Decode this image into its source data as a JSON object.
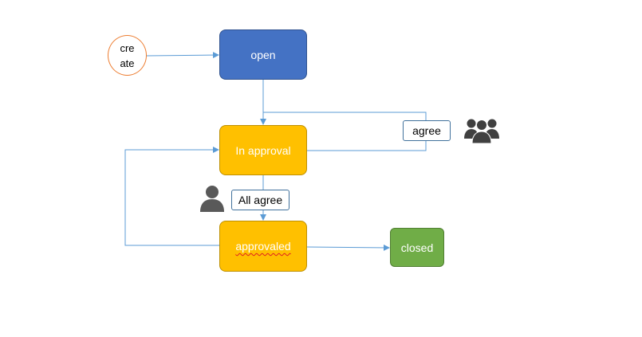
{
  "diagram": {
    "nodes": {
      "create": {
        "line1": "cre",
        "line2": "ate"
      },
      "open": {
        "label": "open"
      },
      "in_approval": {
        "label": "In approval"
      },
      "approvaled": {
        "label": "approvaled"
      },
      "closed": {
        "label": "closed"
      }
    },
    "edge_labels": {
      "agree": "agree",
      "all_agree": "All agree"
    },
    "icons": {
      "single_user": "user-icon",
      "group": "users-group-icon"
    },
    "colors": {
      "open_fill": "#4472c4",
      "approval_fill": "#ffc000",
      "closed_fill": "#70ad47",
      "start_border": "#ed7d31",
      "connector": "#5b9bd5"
    }
  }
}
